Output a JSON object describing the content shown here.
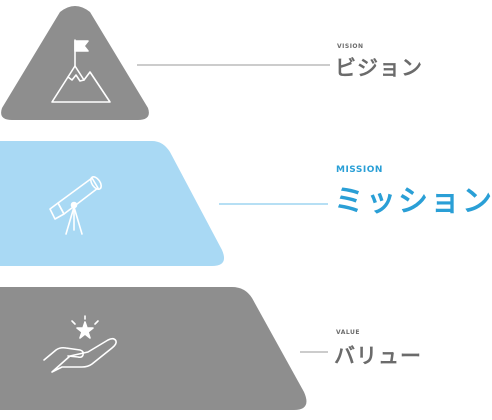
{
  "levels": {
    "vision": {
      "en_label": "VISION",
      "jp_label": "ビジョン",
      "icon": "mountain-flag-icon",
      "color": "#8e8e8e"
    },
    "mission": {
      "en_label": "MISSION",
      "jp_label": "ミッション",
      "icon": "telescope-icon",
      "color": "#a9d9f4"
    },
    "value": {
      "en_label": "VALUE",
      "jp_label": "バリュー",
      "icon": "hand-star-icon",
      "color": "#8e8e8e"
    }
  },
  "colors": {
    "accent": "#2a9fd6",
    "gray_text": "#6b6b6b",
    "gray_tier": "#8e8e8e",
    "mission_tier": "#a9d9f4",
    "connector_gray": "#9a9a9a",
    "connector_blue": "#6cbfe8"
  }
}
